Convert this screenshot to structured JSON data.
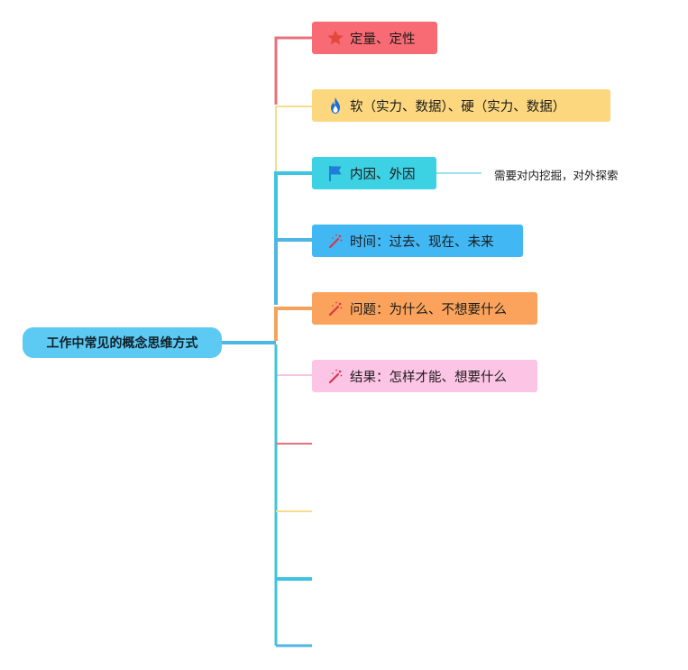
{
  "root": {
    "label": "工作中常见的概念思维方式"
  },
  "nodes": [
    {
      "label": "定量、定性",
      "icon": "star-icon",
      "color": "#f96b74"
    },
    {
      "label": "软（实力、数据）、硬（实力、数据）",
      "icon": "flame-icon",
      "color": "#fcd77e"
    },
    {
      "label": "内因、外因",
      "icon": "flag-icon",
      "color": "#3dd1e4"
    },
    {
      "label": "时间：过去、现在、未来",
      "icon": "magic-wand-icon",
      "color": "#41b7f4"
    },
    {
      "label": "问题：为什么、不想要什么",
      "icon": "magic-wand-icon",
      "color": "#fba35c"
    },
    {
      "label": "结果：怎样才能、想要什么",
      "icon": "magic-wand-icon",
      "color": "#fdc5e5"
    }
  ],
  "note": {
    "label": "需要对内挖掘，对外探索"
  },
  "colors": {
    "connector_red": "#e9707c",
    "connector_yellow": "#f8dc8a",
    "connector_cyan": "#3ec4e0",
    "connector_blue": "#4eb5e4",
    "connector_orange": "#f5a35c",
    "connector_pink": "#f7c4de",
    "icon_red": "#e2493c",
    "icon_flag": "#1f7fd6"
  }
}
